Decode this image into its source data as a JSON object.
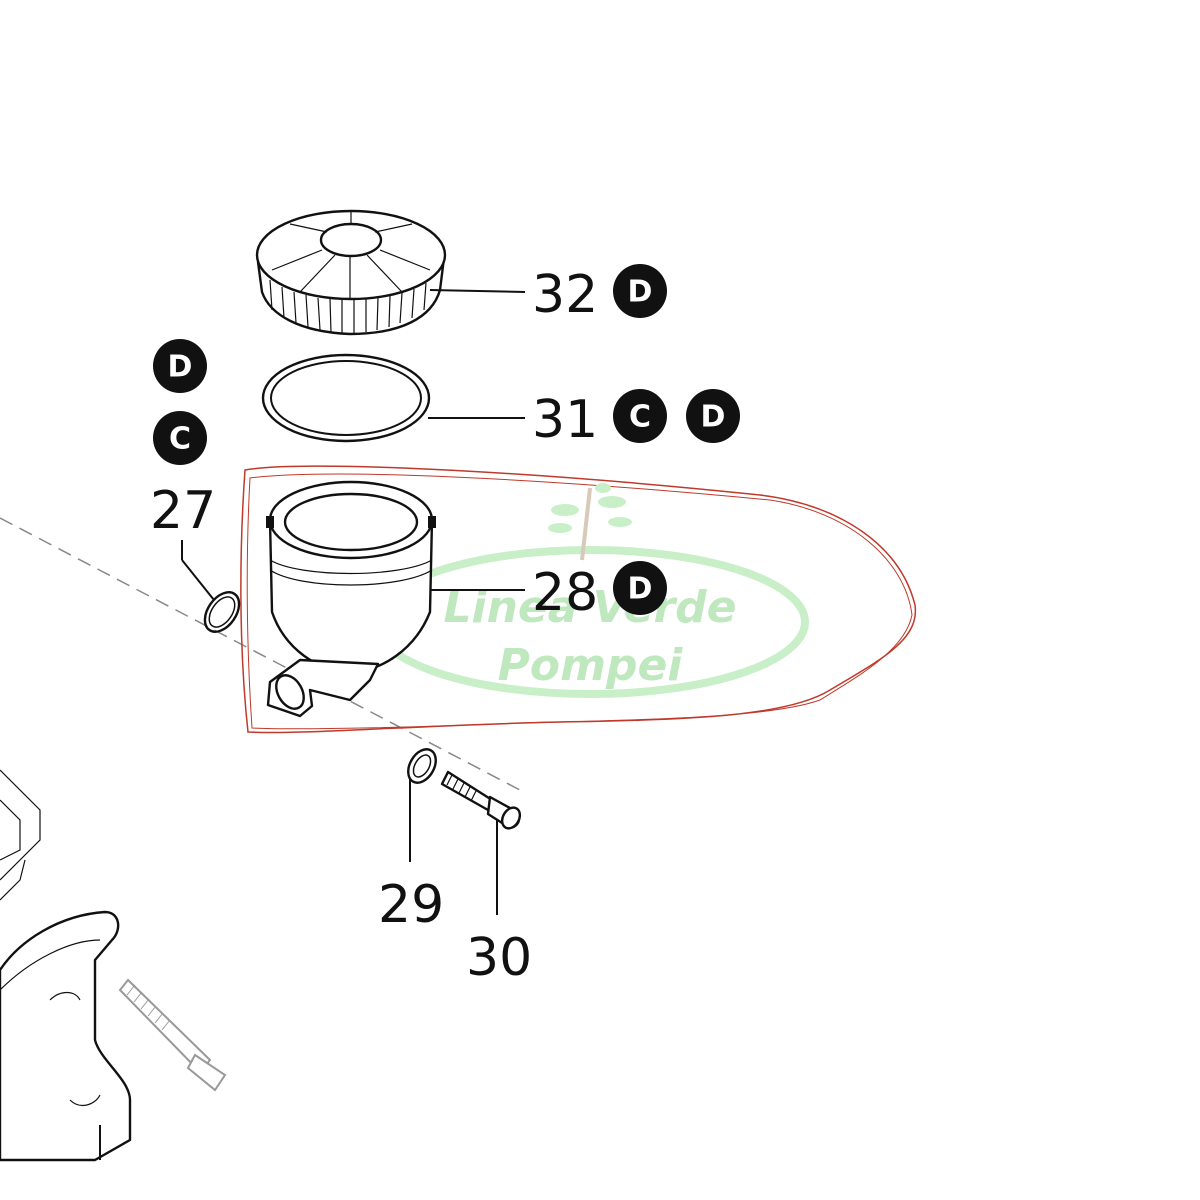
{
  "callouts": {
    "p32": {
      "number": "32",
      "badges": [
        "D"
      ]
    },
    "p31": {
      "number": "31",
      "badges": [
        "C",
        "D"
      ]
    },
    "p28": {
      "number": "28",
      "badges": [
        "D"
      ]
    },
    "p27": {
      "number": "27",
      "badges": [
        "D",
        "C"
      ]
    },
    "p29": {
      "number": "29"
    },
    "p30": {
      "number": "30"
    }
  },
  "watermark": {
    "line1": "Linea Verde",
    "line2": "Pompei"
  },
  "colors": {
    "ink": "#111111",
    "highlight": "#c0392b",
    "watermark": "#bfe8bf"
  }
}
